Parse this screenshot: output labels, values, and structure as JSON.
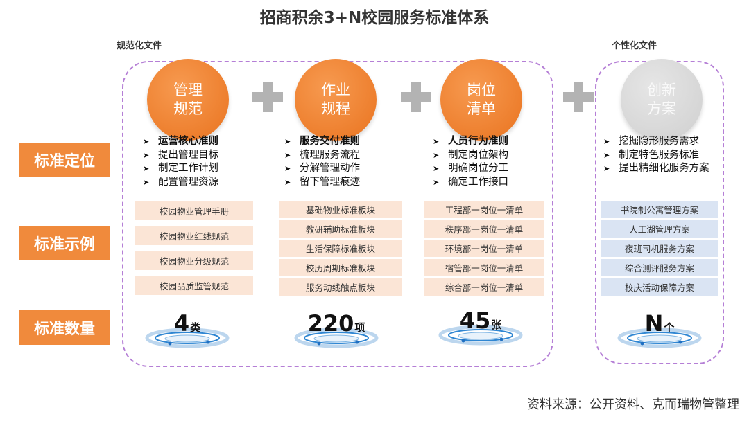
{
  "title": "招商积余3+N校园服务标准体系",
  "groups": {
    "standard": "规范化文件",
    "personal": "个性化文件"
  },
  "row_labels": [
    "标准定位",
    "标准示例",
    "标准数量"
  ],
  "columns": [
    {
      "circle": [
        "管理",
        "规范"
      ],
      "color": "#ee7a2a",
      "bullets": [
        "运营核心准则",
        "提出管理目标",
        "制定工作计划",
        "配置管理资源"
      ],
      "examples": [
        "校园物业管理手册",
        "校园物业红线规范",
        "校园物业分级规范",
        "校园品质监管规范"
      ],
      "count": {
        "num": "4",
        "unit": "类"
      }
    },
    {
      "circle": [
        "作业",
        "规程"
      ],
      "color": "#ee7a2a",
      "bullets": [
        "服务交付准则",
        "梳理服务流程",
        "分解管理动作",
        "留下管理痕迹"
      ],
      "examples": [
        "基础物业标准板块",
        "教研辅助标准板块",
        "生活保障标准板块",
        "校历周期标准板块",
        "服务动线触点板块"
      ],
      "count": {
        "num": "220",
        "unit": "项"
      }
    },
    {
      "circle": [
        "岗位",
        "清单"
      ],
      "color": "#ee7a2a",
      "bullets": [
        "人员行为准则",
        "制定岗位架构",
        "明确岗位分工",
        "确定工作接口"
      ],
      "examples": [
        "工程部一岗位一清单",
        "秩序部一岗位一清单",
        "环境部一岗位一清单",
        "宿管部一岗位一清单",
        "综合部一岗位一清单"
      ],
      "count": {
        "num": "45",
        "unit": "张"
      }
    },
    {
      "circle": [
        "创新",
        "方案"
      ],
      "color": "#d6d6d6",
      "bullets": [
        "挖掘隐形服务需求",
        "制定特色服务标准",
        "提出精细化服务方案"
      ],
      "examples": [
        "书院制公寓管理方案",
        "人工湖管理方案",
        "夜班司机服务方案",
        "综合测评服务方案",
        "校庆活动保障方案"
      ],
      "count": {
        "num": "N",
        "unit": "个"
      }
    }
  ],
  "source": "资料来源：公开资料、克而瑞物管整理"
}
